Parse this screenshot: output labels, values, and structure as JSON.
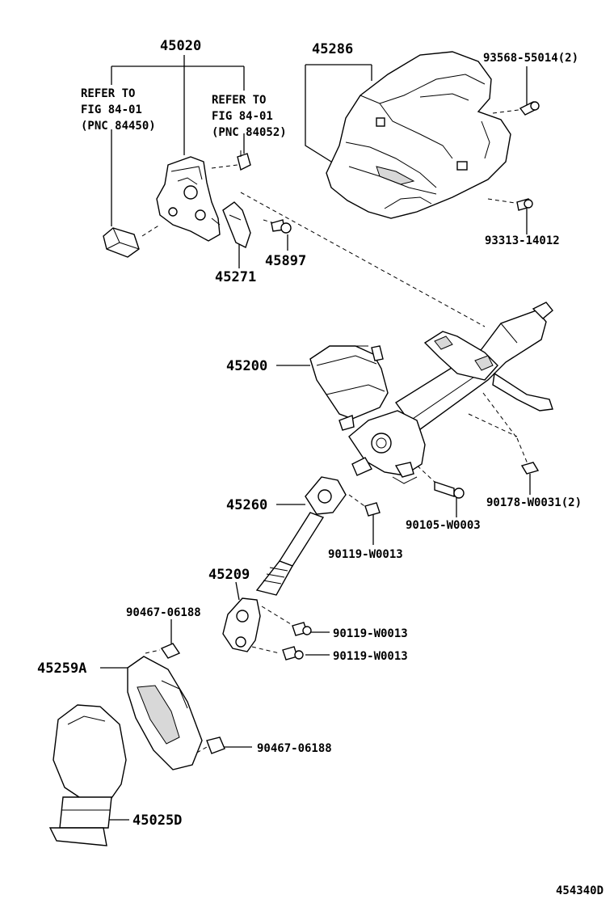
{
  "diagram": {
    "figure_code": "454340D",
    "part_numbers": {
      "p45020": "45020",
      "p45286": "45286",
      "p93568": "93568-55014(2)",
      "p93313": "93313-14012",
      "p45897": "45897",
      "p45271": "45271",
      "p45200": "45200",
      "p45260": "45260",
      "p90105": "90105-W0003",
      "p90178": "90178-W0031(2)",
      "p90119a": "90119-W0013",
      "p45209": "45209",
      "p90467a": "90467-06188",
      "p90119b": "90119-W0013",
      "p90119c": "90119-W0013",
      "p45259A": "45259A",
      "p90467b": "90467-06188",
      "p45025D": "45025D"
    },
    "references": {
      "left": {
        "line1": "REFER TO",
        "line2": "FIG 84-01",
        "line3": "(PNC 84450)"
      },
      "right": {
        "line1": "REFER TO",
        "line2": "FIG 84-01",
        "line3": "(PNC 84052)"
      }
    }
  }
}
